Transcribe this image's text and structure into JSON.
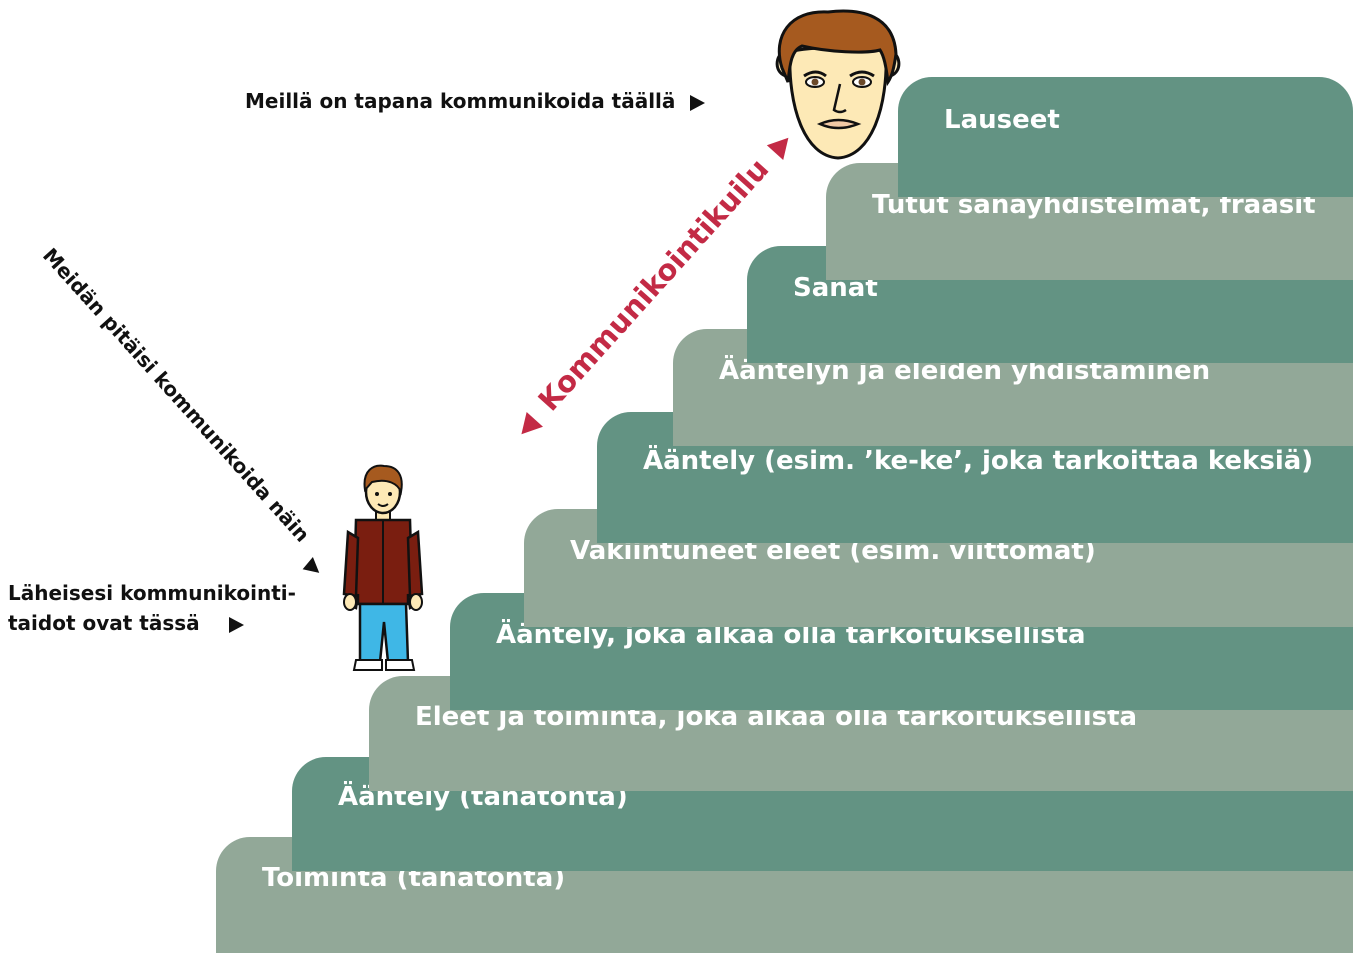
{
  "steps": [
    {
      "label": "Toiminta (tahatonta)",
      "shade": "light"
    },
    {
      "label": "Ääntely (tahatonta)",
      "shade": "dark"
    },
    {
      "label": "Eleet ja toiminta, joka alkaa olla tarkoituksellista",
      "shade": "light"
    },
    {
      "label": "Ääntely, joka alkaa olla tarkoituksellista",
      "shade": "dark"
    },
    {
      "label": "Vakiintuneet eleet (esim. viittomat)",
      "shade": "light"
    },
    {
      "label": "Ääntely (esim. ’ke-ke’, joka tarkoittaa keksiä)",
      "shade": "dark"
    },
    {
      "label": "Ääntelyn ja eleiden yhdistäminen",
      "shade": "light"
    },
    {
      "label": "Sanat",
      "shade": "dark"
    },
    {
      "label": "Tutut sanayhdistelmät, fraasit",
      "shade": "light"
    },
    {
      "label": "Lauseet",
      "shade": "dark"
    }
  ],
  "annotations": {
    "top": "Meillä on tapana kommunikoida täällä",
    "diagonal": "Meidän pitäisi kommunikoida näin",
    "current_line1": "Läheisesi kommunikointi-",
    "current_line2": "taidot ovat tässä",
    "gap": "Kommunikointikuilu"
  },
  "colors": {
    "dark": "#639383",
    "light": "#92a898",
    "gap": "#c32a45",
    "text": "#ffffff"
  },
  "icons": {
    "adult_face": "adult-face-icon",
    "child_figure": "child-figure-icon"
  }
}
